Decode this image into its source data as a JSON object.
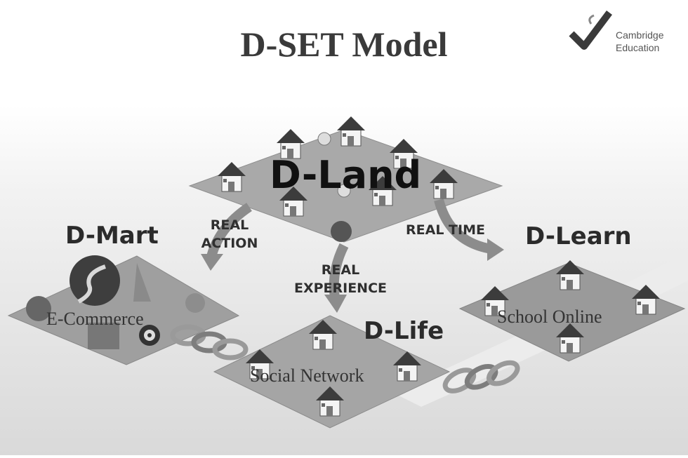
{
  "title": "D-SET Model",
  "logo": {
    "line1": "Cambridge",
    "line2": "Education"
  },
  "nodes": {
    "dland": {
      "label": "D-Land"
    },
    "dmart": {
      "label": "D-Mart",
      "caption": "E-Commerce"
    },
    "dlearn": {
      "label": "D-Learn",
      "caption": "School Online"
    },
    "dlife": {
      "label": "D-Life",
      "caption": "Social Network"
    }
  },
  "arrows": {
    "real_action": {
      "line1": "REAL",
      "line2": "ACTION"
    },
    "real_time": {
      "line1": "REAL TIME"
    },
    "real_experience": {
      "line1": "REAL",
      "line2": "EXPERIENCE"
    }
  },
  "colors": {
    "plate": "#a9a9a9",
    "arrow": "#8c8c8c",
    "house_roof": "#3c3c3c",
    "house_wall": "#f4f4f4",
    "chain": "#9a9a9a"
  }
}
